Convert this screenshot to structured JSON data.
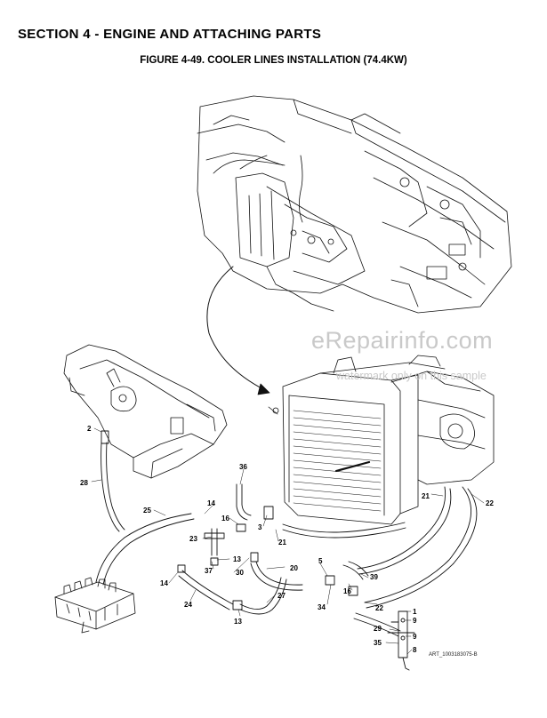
{
  "header": {
    "section_title": "SECTION 4 - ENGINE AND ATTACHING PARTS",
    "figure_title": "FIGURE 4-49. COOLER LINES INSTALLATION (74.4KW)"
  },
  "watermark": {
    "main": "eRepairinfo.com",
    "sub": "watermark only on this sample"
  },
  "art_number": "ART_1003183075-B",
  "callouts": [
    "2",
    "28",
    "25",
    "14",
    "16",
    "3",
    "36",
    "23",
    "13",
    "37",
    "30",
    "21",
    "20",
    "5",
    "16",
    "39",
    "14",
    "24",
    "27",
    "13",
    "34",
    "22",
    "21",
    "22",
    "1",
    "9",
    "29",
    "9",
    "35",
    "8"
  ]
}
